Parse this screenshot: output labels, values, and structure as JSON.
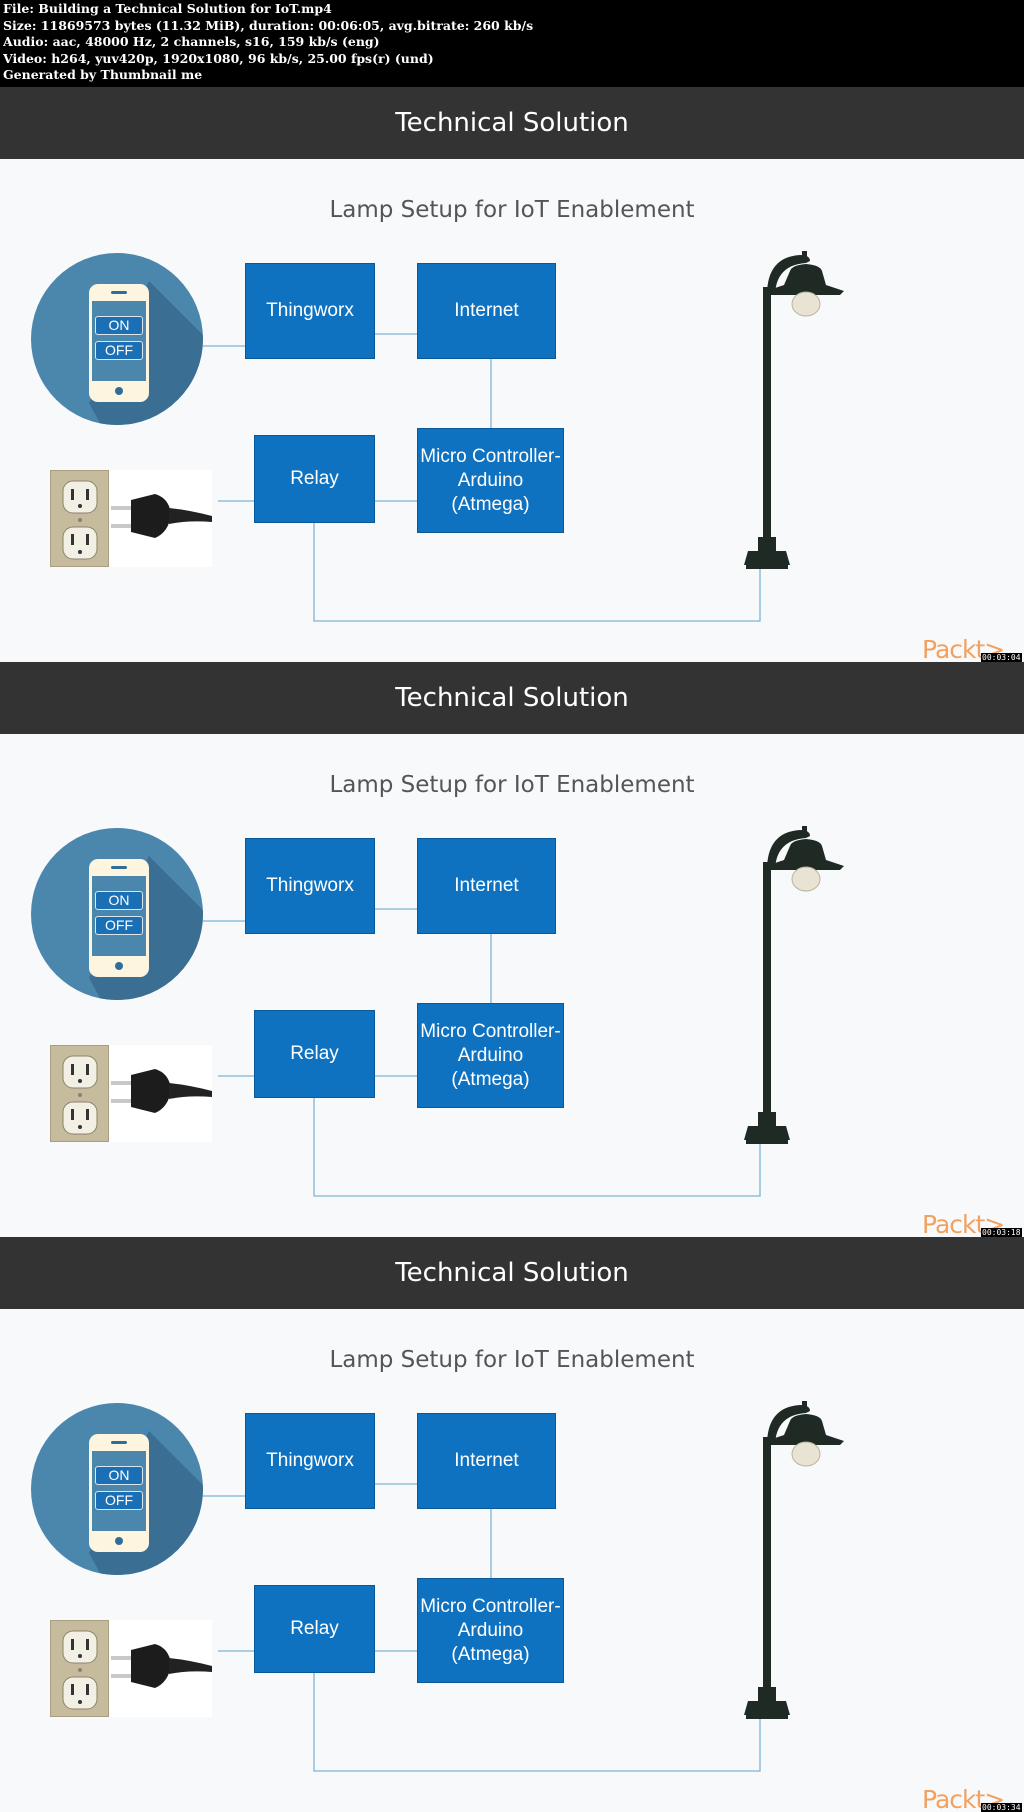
{
  "file_info": {
    "line1": "File: Building a Technical Solution for IoT.mp4",
    "line2": "Size: 11869573 bytes (11.32 MiB), duration: 00:06:05, avg.bitrate: 260 kb/s",
    "line3": "Audio: aac, 48000 Hz, 2 channels, s16, 159 kb/s (eng)",
    "line4": "Video: h264, yuv420p, 1920x1080, 96 kb/s, 25.00 fps(r) (und)",
    "line5": "Generated by Thumbnail me"
  },
  "frames": [
    {
      "header": "Technical Solution",
      "subtitle": "Lamp Setup for IoT Enablement",
      "phone": {
        "on_label": "ON",
        "off_label": "OFF"
      },
      "boxes": {
        "thingworx": "Thingworx",
        "internet": "Internet",
        "relay": "Relay",
        "micro": "Micro Controller- Arduino (Atmega)"
      },
      "logo": "Packt>",
      "timestamp": "00:03:04"
    },
    {
      "header": "Technical Solution",
      "subtitle": "Lamp Setup for IoT Enablement",
      "phone": {
        "on_label": "ON",
        "off_label": "OFF"
      },
      "boxes": {
        "thingworx": "Thingworx",
        "internet": "Internet",
        "relay": "Relay",
        "micro": "Micro Controller- Arduino (Atmega)"
      },
      "logo": "Packt>",
      "timestamp": "00:03:18"
    },
    {
      "header": "Technical Solution",
      "subtitle": "Lamp Setup for IoT Enablement",
      "phone": {
        "on_label": "ON",
        "off_label": "OFF"
      },
      "boxes": {
        "thingworx": "Thingworx",
        "internet": "Internet",
        "relay": "Relay",
        "micro": "Micro Controller- Arduino (Atmega)"
      },
      "logo": "Packt>",
      "timestamp": "00:03:34"
    }
  ],
  "colors": {
    "box_blue": "#0f72c0",
    "circle_blue": "#4b86ad",
    "header_dark": "#333333",
    "logo_orange": "#f2a15f"
  },
  "icons": [
    "smartphone-icon",
    "wall-outlet-icon",
    "power-plug-icon",
    "street-lamp-icon"
  ]
}
